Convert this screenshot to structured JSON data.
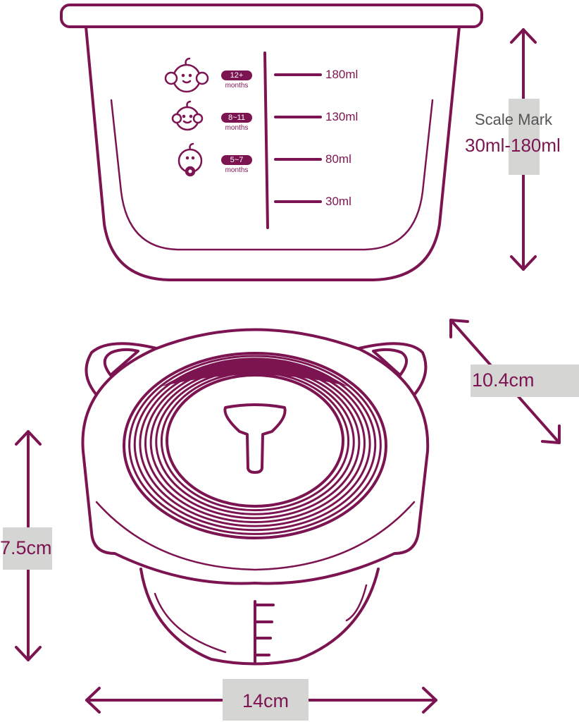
{
  "colors": {
    "brand": "#7d1452",
    "label_bg": "#d5d5d3"
  },
  "scale": {
    "title": "Scale Mark",
    "range": "30ml-180ml",
    "marks": [
      "180ml",
      "130ml",
      "80ml",
      "30ml"
    ]
  },
  "ages": [
    {
      "badge": "12+",
      "unit": "months"
    },
    {
      "badge": "8~11",
      "unit": "months"
    },
    {
      "badge": "5~7",
      "unit": "months"
    }
  ],
  "dimensions": {
    "diameter": "10.4cm",
    "height": "7.5cm",
    "width": "14cm"
  }
}
